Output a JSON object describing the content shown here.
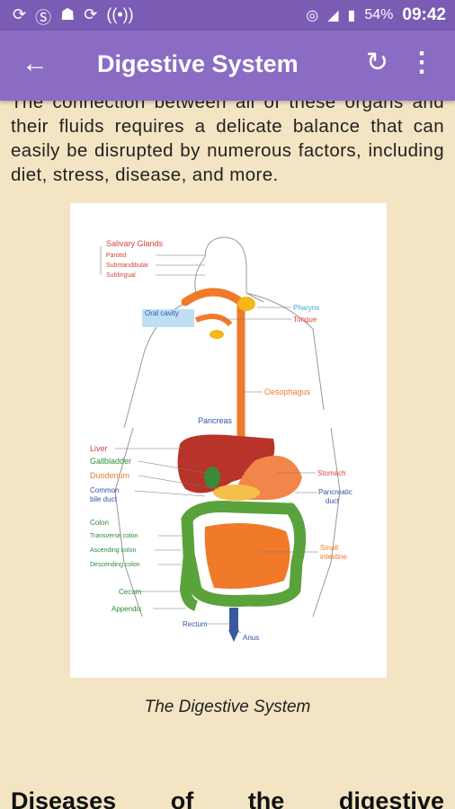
{
  "status": {
    "battery": "54%",
    "time": "09:42",
    "icons": [
      "sync-icon",
      "s-app-icon",
      "android-icon",
      "sync-icon",
      "radio-icon",
      "hotspot-icon",
      "signal-icon",
      "battery-icon"
    ]
  },
  "appbar": {
    "title": "Digestive System",
    "back_icon": "arrow-back-icon",
    "refresh_icon": "refresh-icon",
    "more_icon": "more-vert-icon"
  },
  "article": {
    "paragraph_top_partial": "The connection between all of these organs and",
    "paragraph": "their fluids requires a delicate balance that can easily be disrupted by numerous factors, including diet, stress, disease, and more.",
    "caption": "The Digestive System",
    "heading_words": [
      "Diseases",
      "of",
      "the",
      "digestive"
    ]
  },
  "diagram": {
    "labels": {
      "salivary_glands": "Salivary Glands",
      "parotid": "Parotid",
      "submandibular": "Submandibular",
      "sublingual": "Sublingual",
      "oral_cavity": "Oral cavity",
      "pharynx": "Pharynx",
      "tongue": "Tongue",
      "oesophagus": "Oesophagus",
      "pancreas": "Pancreas",
      "liver": "Liver",
      "gallbladder": "Gallbladder",
      "duodenum": "Duodenum",
      "common_bile_duct_1": "Common",
      "common_bile_duct_2": "bile duct",
      "stomach": "Stomach",
      "pancreatic_duct_1": "Pancreatic",
      "pancreatic_duct_2": "duct",
      "colon": "Colon",
      "transverse_colon": "Transverse colon",
      "ascending_colon": "Ascending colon",
      "descending_colon": "Descending colon",
      "small_intestine_1": "Small",
      "small_intestine_2": "intestine",
      "cecum": "Cecum",
      "appendix": "Appendix",
      "rectum": "Rectum",
      "anus": "Anus"
    },
    "colors": {
      "red_label": "#d8433a",
      "blue_label": "#3355a8",
      "green_label": "#2e8a3c",
      "orange": "#f07a2a",
      "cyan_label": "#39a6d8",
      "liver": "#b8332a",
      "colon": "#5aa23c"
    }
  }
}
